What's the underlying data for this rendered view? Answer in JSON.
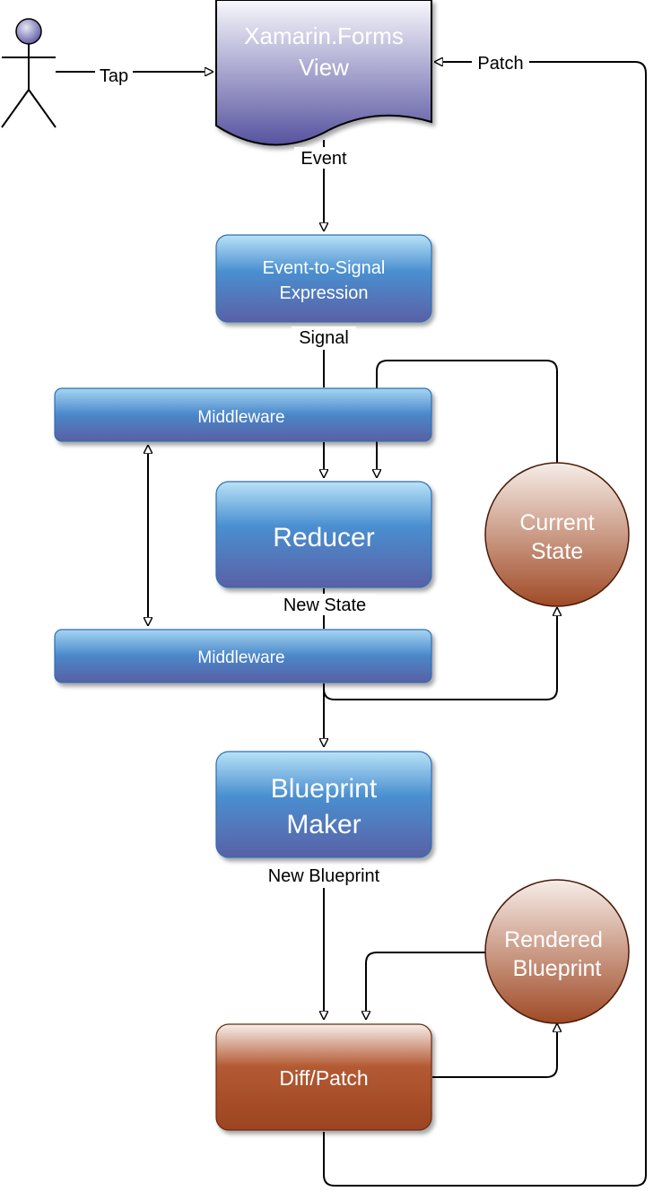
{
  "actor": {
    "icon": "stick-figure-user-icon"
  },
  "nodes": {
    "view": {
      "line1": "Xamarin.Forms",
      "line2": "View"
    },
    "event_to_signal": {
      "line1": "Event-to-Signal",
      "line2": "Expression"
    },
    "middleware_top": {
      "label": "Middleware"
    },
    "reducer": {
      "label": "Reducer"
    },
    "current_state": {
      "line1": "Current",
      "line2": "State"
    },
    "middleware_bottom": {
      "label": "Middleware"
    },
    "blueprint_maker": {
      "line1": "Blueprint",
      "line2": "Maker"
    },
    "rendered_blueprint": {
      "line1": "Rendered",
      "line2": "Blueprint"
    },
    "diff_patch": {
      "label": "Diff/Patch"
    }
  },
  "edges": {
    "tap": "Tap",
    "patch": "Patch",
    "event": "Event",
    "signal": "Signal",
    "new_state": "New State",
    "new_blueprint": "New Blueprint"
  },
  "colors": {
    "blue_top": "#a9d7f2",
    "blue_bottom": "#5666a8",
    "brown_top": "#f4ece8",
    "brown_bottom": "#9a4522",
    "view_top": "#ffffff",
    "view_bottom": "#5a56a0"
  }
}
